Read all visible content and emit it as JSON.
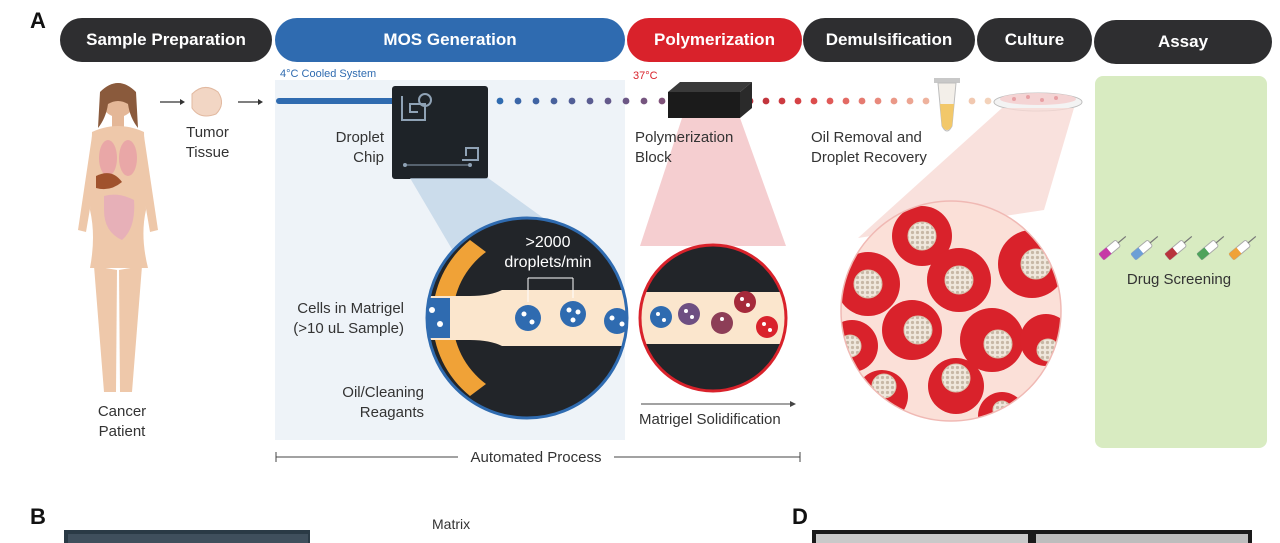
{
  "panels": {
    "a": "A",
    "b": "B",
    "d": "D"
  },
  "stages": [
    {
      "label": "Sample Preparation"
    },
    {
      "label": "MOS Generation"
    },
    {
      "label": "Polymerization"
    },
    {
      "label": "Demulsification"
    },
    {
      "label": "Culture"
    },
    {
      "label": "Assay"
    }
  ],
  "notes": {
    "cooled": "4°C Cooled System",
    "temp": "37°C"
  },
  "labels": {
    "tumor_tissue_1": "Tumor",
    "tumor_tissue_2": "Tissue",
    "cancer_patient_1": "Cancer",
    "cancer_patient_2": "Patient",
    "droplet_chip_1": "Droplet",
    "droplet_chip_2": "Chip",
    "poly_block_1": "Polymerization",
    "poly_block_2": "Block",
    "oil_removal_1": "Oil Removal and",
    "oil_removal_2": "Droplet Recovery",
    "cells_matrigel_1": "Cells in Matrigel",
    "cells_matrigel_2": "(>10 uL Sample)",
    "oil_cleaning_1": "Oil/Cleaning",
    "oil_cleaning_2": "Reagants",
    "rate_1": ">2000",
    "rate_2": "droplets/min",
    "matrigel_solid": "Matrigel Solidification",
    "drug_screening": "Drug Screening",
    "automated_process": "Automated Process",
    "matrix": "Matrix"
  },
  "colors": {
    "dark": "#2e2e30",
    "blue": "#2f6bb0",
    "red": "#d9222b",
    "assay_bg": "#d8ebc1",
    "chip_bg": "#e6eef6",
    "orange": "#f0a237"
  }
}
